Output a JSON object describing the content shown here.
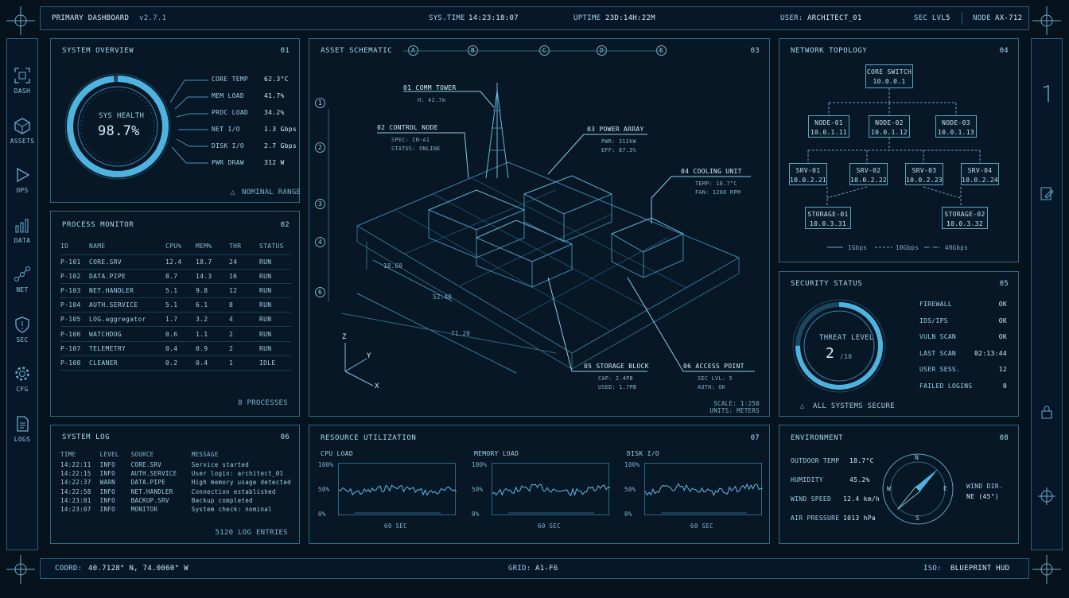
{
  "header": {
    "title": "PRIMARY DASHBOARD",
    "version": "v2.7.1",
    "systime_label": "SYS.TIME",
    "systime": "14:23:18:07",
    "uptime_label": "UPTIME",
    "uptime": "23D:14H:22M",
    "user_label": "USER:",
    "user": "ARCHITECT_01",
    "seclvl_label": "SEC LVL",
    "seclvl": "5",
    "node_label": "NODE",
    "node": "AX-712"
  },
  "nav": {
    "items": [
      {
        "label": "DASH",
        "icon": "dashboard-icon"
      },
      {
        "label": "ASSETS",
        "icon": "cube-icon"
      },
      {
        "label": "OPS",
        "icon": "play-icon"
      },
      {
        "label": "DATA",
        "icon": "bar-chart-icon"
      },
      {
        "label": "NET",
        "icon": "network-icon"
      },
      {
        "label": "SEC",
        "icon": "shield-icon"
      },
      {
        "label": "CFG",
        "icon": "gear-icon"
      },
      {
        "label": "LOGS",
        "icon": "document-icon"
      }
    ]
  },
  "overview": {
    "title": "SYSTEM OVERVIEW",
    "num": "01",
    "health_label": "SYS HEALTH",
    "health": "98.7%",
    "health_value": 98.7,
    "metrics": [
      {
        "label": "CORE TEMP",
        "value": "62.3°C"
      },
      {
        "label": "MEM LOAD",
        "value": "41.7%"
      },
      {
        "label": "PROC LOAD",
        "value": "34.2%"
      },
      {
        "label": "NET I/O",
        "value": "1.3 Gbps"
      },
      {
        "label": "DISK I/O",
        "value": "2.7 Gbps"
      },
      {
        "label": "PWR DRAW",
        "value": "312 W"
      }
    ],
    "range_note": "NOMINAL RANGE"
  },
  "process": {
    "title": "PROCESS MONITOR",
    "num": "02",
    "columns": [
      "ID",
      "NAME",
      "CPU%",
      "MEM%",
      "THR",
      "STATUS"
    ],
    "rows": [
      [
        "P-101",
        "CORE.SRV",
        "12.4",
        "18.7",
        "24",
        "RUN"
      ],
      [
        "P-102",
        "DATA.PIPE",
        "8.7",
        "14.3",
        "16",
        "RUN"
      ],
      [
        "P-103",
        "NET.HANDLER",
        "5.1",
        "9.8",
        "12",
        "RUN"
      ],
      [
        "P-104",
        "AUTH.SERVICE",
        "5.1",
        "6.1",
        "8",
        "RUN"
      ],
      [
        "P-105",
        "LOG.aggregator",
        "1.7",
        "3.2",
        "4",
        "RUN"
      ],
      [
        "P-106",
        "WATCHDOG",
        "0.6",
        "1.1",
        "2",
        "RUN"
      ],
      [
        "P-107",
        "TELEMETRY",
        "0.4",
        "0.9",
        "2",
        "RUN"
      ],
      [
        "P-108",
        "CLEANER",
        "0.2",
        "0.4",
        "1",
        "IDLE"
      ]
    ],
    "footer": "8 PROCESSES"
  },
  "syslog": {
    "title": "SYSTEM LOG",
    "num": "06",
    "columns": [
      "TIME",
      "LEVEL",
      "SOURCE",
      "MESSAGE"
    ],
    "rows": [
      [
        "14:22:11",
        "INFO",
        "CORE.SRV",
        "Service started"
      ],
      [
        "14:22:15",
        "INFO",
        "AUTH.SERVICE",
        "User login: architect_01"
      ],
      [
        "14:22:37",
        "WARN",
        "DATA.PIPE",
        "High memory usage detected"
      ],
      [
        "14:22:58",
        "INFO",
        "NET.HANDLER",
        "Connection established"
      ],
      [
        "14:23:01",
        "INFO",
        "BACKUP.SRV",
        "Backup completed"
      ],
      [
        "14:23:07",
        "INFO",
        "MONITOR",
        "System check: nominal"
      ]
    ],
    "footer": "5120 LOG ENTRIES"
  },
  "schematic": {
    "title": "ASSET SCHEMATIC",
    "num": "03",
    "columns": [
      "A",
      "B",
      "C",
      "D",
      "E"
    ],
    "rows": [
      "1",
      "2",
      "3",
      "4",
      "6"
    ],
    "callouts": [
      {
        "title": "01  COMM TOWER",
        "lines": [
          "H: 42.7m"
        ]
      },
      {
        "title": "02  CONTROL NODE",
        "lines": [
          "SPEC: CN-A1",
          "STATUS: ONLINE"
        ]
      },
      {
        "title": "03  POWER ARRAY",
        "lines": [
          "PWR: 312kW",
          "EFF: 87.3%"
        ]
      },
      {
        "title": "04  COOLING UNIT",
        "lines": [
          "TEMP: 18.7°C",
          "FAN: 1280 RPM"
        ]
      },
      {
        "title": "05  STORAGE BLOCK",
        "lines": [
          "CAP: 2.4PB",
          "USED: 1.7PB"
        ]
      },
      {
        "title": "06  ACCESS POINT",
        "lines": [
          "SEC LVL: 5",
          "AUTH: OK"
        ]
      }
    ],
    "dims": [
      "18.60",
      "52.40",
      "71.20"
    ],
    "axes": [
      "Z",
      "Y",
      "X"
    ],
    "scale": "SCALE: 1:250",
    "units": "UNITS: METERS"
  },
  "topology": {
    "title": "NETWORK TOPOLOGY",
    "num": "04",
    "core": {
      "name": "CORE SWITCH",
      "ip": "10.0.0.1"
    },
    "nodes": [
      {
        "name": "NODE-01",
        "ip": "10.0.1.11"
      },
      {
        "name": "NODE-02",
        "ip": "10.0.1.12"
      },
      {
        "name": "NODE-03",
        "ip": "10.0.1.13"
      }
    ],
    "servers": [
      {
        "name": "SRV-01",
        "ip": "10.0.2.21"
      },
      {
        "name": "SRV-02",
        "ip": "10.0.2.22"
      },
      {
        "name": "SRV-03",
        "ip": "10.0.2.23"
      },
      {
        "name": "SRV-04",
        "ip": "10.0.2.24"
      }
    ],
    "storage": [
      {
        "name": "STORAGE-01",
        "ip": "10.0.3.31"
      },
      {
        "name": "STORAGE-02",
        "ip": "10.0.3.32"
      }
    ],
    "legend": [
      "1Gbps",
      "10Gbps",
      "40Gbps"
    ]
  },
  "security": {
    "title": "SECURITY STATUS",
    "num": "05",
    "threat_label": "THREAT LEVEL",
    "threat": "2",
    "threat_max": "/10",
    "threat_value": 2,
    "items": [
      {
        "label": "FIREWALL",
        "value": "OK"
      },
      {
        "label": "IDS/IPS",
        "value": "OK"
      },
      {
        "label": "VULN SCAN",
        "value": "OK"
      },
      {
        "label": "LAST SCAN",
        "value": "02:13:44"
      },
      {
        "label": "USER SESS.",
        "value": "12"
      },
      {
        "label": "FAILED LOGINS",
        "value": "0"
      }
    ],
    "footer": "ALL SYSTEMS SECURE"
  },
  "resources": {
    "title": "RESOURCE UTILIZATION",
    "num": "07",
    "charts": [
      {
        "label": "CPU LOAD",
        "window": "60 SEC"
      },
      {
        "label": "MEMORY LOAD",
        "window": "60 SEC"
      },
      {
        "label": "DISK I/O",
        "window": "60 SEC"
      }
    ],
    "ylabels": [
      "100%",
      "50%",
      "0%"
    ]
  },
  "environment": {
    "title": "ENVIRONMENT",
    "num": "08",
    "items": [
      {
        "label": "OUTDOOR TEMP",
        "value": "18.7°C"
      },
      {
        "label": "HUMIDITY",
        "value": "45.2%"
      },
      {
        "label": "WIND SPEED",
        "value": "12.4 km/h"
      },
      {
        "label": "AIR PRESSURE",
        "value": "1013 hPa"
      }
    ],
    "compass": [
      "N",
      "E",
      "S",
      "W"
    ],
    "wind_dir_label": "WIND DIR.",
    "wind_dir": "NE (45°)",
    "wind_deg": 45
  },
  "footer": {
    "coord_label": "COORD:",
    "coord": "40.7128° N, 74.0060° W",
    "grid_label": "GRID:",
    "grid": "A1-F6",
    "iso_label": "ISO:",
    "iso": "BLUEPRINT HUD"
  },
  "colors": {
    "accent": "#4fb3e0",
    "line": "#2f6985",
    "text": "#9fd0e6",
    "bg": "#06121c"
  }
}
